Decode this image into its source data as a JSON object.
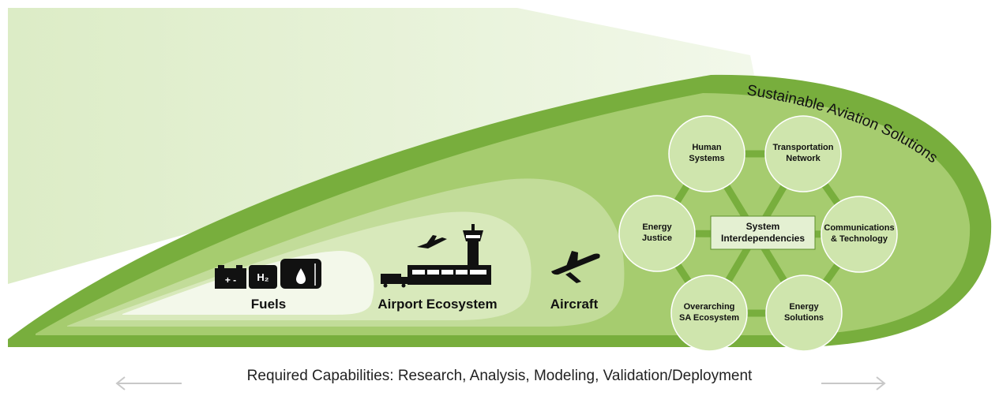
{
  "arc_title": "Sustainable Aviation Solutions",
  "zones": {
    "fuels": "Fuels",
    "airport": "Airport Ecosystem",
    "aircraft": "Aircraft"
  },
  "fuel_icons": {
    "battery": "+ -",
    "hydrogen": "H₂"
  },
  "hub": {
    "line1": "System",
    "line2": "Interdependencies"
  },
  "nodes": {
    "human": {
      "line1": "Human",
      "line2": "Systems"
    },
    "transport": {
      "line1": "Transportation",
      "line2": "Network"
    },
    "comms": {
      "line1": "Communications",
      "line2": "& Technology"
    },
    "energy_solutions": {
      "line1": "Energy",
      "line2": "Solutions"
    },
    "ecosystem": {
      "line1": "Overarching",
      "line2": "SA Ecosystem"
    },
    "justice": {
      "line1": "Energy",
      "line2": "Justice"
    }
  },
  "footer": "Required Capabilities: Research, Analysis, Modeling, Validation/Deployment",
  "colors": {
    "beam": "#e6f2d6",
    "outer": "#78ae3d",
    "mid": "#a6cc6f",
    "inner": "#c2dc99",
    "core": "#f3f8ea",
    "node": "#cfe5ad",
    "link": "#78ae3d"
  }
}
